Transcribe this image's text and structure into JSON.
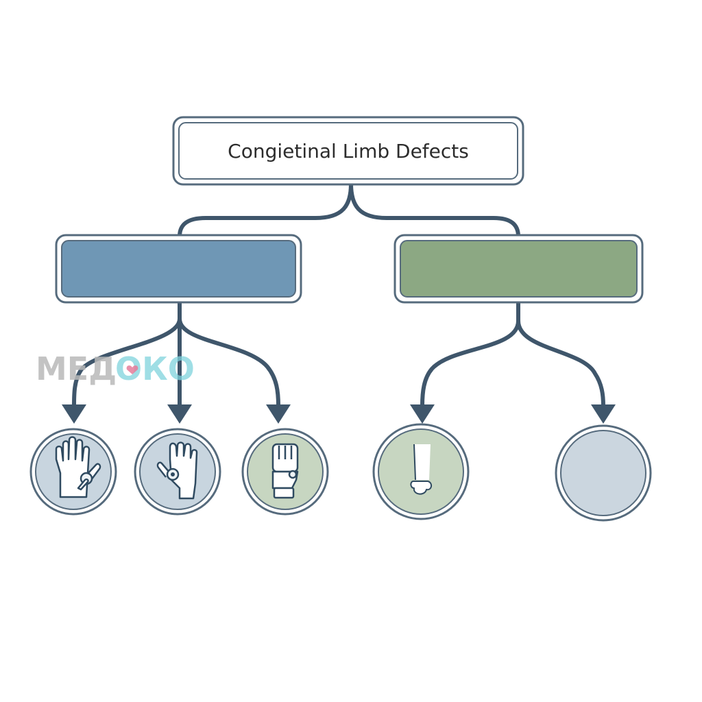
{
  "diagram": {
    "root_label": "Congietinal Limb Defects",
    "branches": [
      {
        "color": "#6f97b5",
        "children": [
          {
            "icon": "hand-with-extra-thumb-icon",
            "fill": "#c8d5df"
          },
          {
            "icon": "hand-thumb-defect-icon",
            "fill": "#c8d5df"
          },
          {
            "icon": "clenched-fist-icon",
            "fill": "#c7d6c1"
          }
        ]
      },
      {
        "color": "#8ca883",
        "children": [
          {
            "icon": "bone-limb-icon",
            "fill": "#c7d6c1"
          },
          {
            "icon": "blank-circle-icon",
            "fill": "#cbd6df"
          }
        ]
      }
    ],
    "connector_color": "#3f566b"
  },
  "watermark": {
    "part1": "МЕД",
    "part2": "ОКО"
  }
}
